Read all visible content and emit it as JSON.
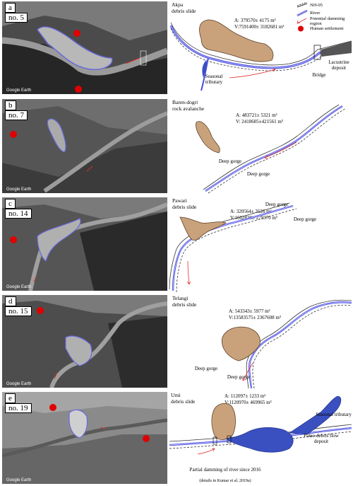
{
  "legend": {
    "nh": "NH-05",
    "river": "River",
    "damming": "Potential damming region",
    "settlement": "Human settlement"
  },
  "panels": [
    {
      "letter": "a",
      "no": "no. 5",
      "name": "Akpa\ndebris slide",
      "area": "A: 379570± 4175 m²",
      "volume": "V:7591400± 3182681 m³",
      "google": "Google Earth",
      "notes": [
        "Seasonal\ntributary",
        "Bridge",
        "Lacustrine\ndeposit"
      ]
    },
    {
      "letter": "b",
      "no": "no. 7",
      "name": "Baren-dogri\nrock avalanche",
      "area": "A: 483721± 5321 m²",
      "volume": "V: 2418605±421561 m³",
      "google": "Google Earth",
      "notes": [
        "Deep\ngorge",
        "Deep\ngorge"
      ]
    },
    {
      "letter": "c",
      "no": "no. 14",
      "name": "Pawari\ndebris slide",
      "area": "A: 320564± 3526 m²",
      "volume": "V:1602820± 279370 m³",
      "google": "Google Earth",
      "notes": [
        "Deep\ngorge",
        "Deep\ngorge"
      ]
    },
    {
      "letter": "d",
      "no": "no. 15",
      "name": "Telangi\ndebris slide",
      "area": "A: 543343± 5977 m²",
      "volume": "V:13583575± 2367608 m³",
      "google": "Google Earth",
      "notes": [
        "Deep\ngorge",
        "Deep\ngorge"
      ]
    },
    {
      "letter": "e",
      "no": "no. 19",
      "name": "Urni\ndebris slide",
      "area": "A: 112097± 1233 m²",
      "volume": "V:1120970± 469965 m³",
      "google": "Google Earth",
      "notes": [
        "Seasonal\ntributary",
        "Paleo-debris\nflow deposit",
        "Partial damming\nof river since 2016",
        "(details in Kumar et al. 2019a)"
      ]
    }
  ],
  "colors": {
    "slide_fill": "#c9a27c",
    "slide_edge": "#5a3e28",
    "river": "#4a4ae0",
    "road": "#333333",
    "damming": "#e03030",
    "settlement": "#e00000",
    "outline": "#5a5ad8"
  }
}
